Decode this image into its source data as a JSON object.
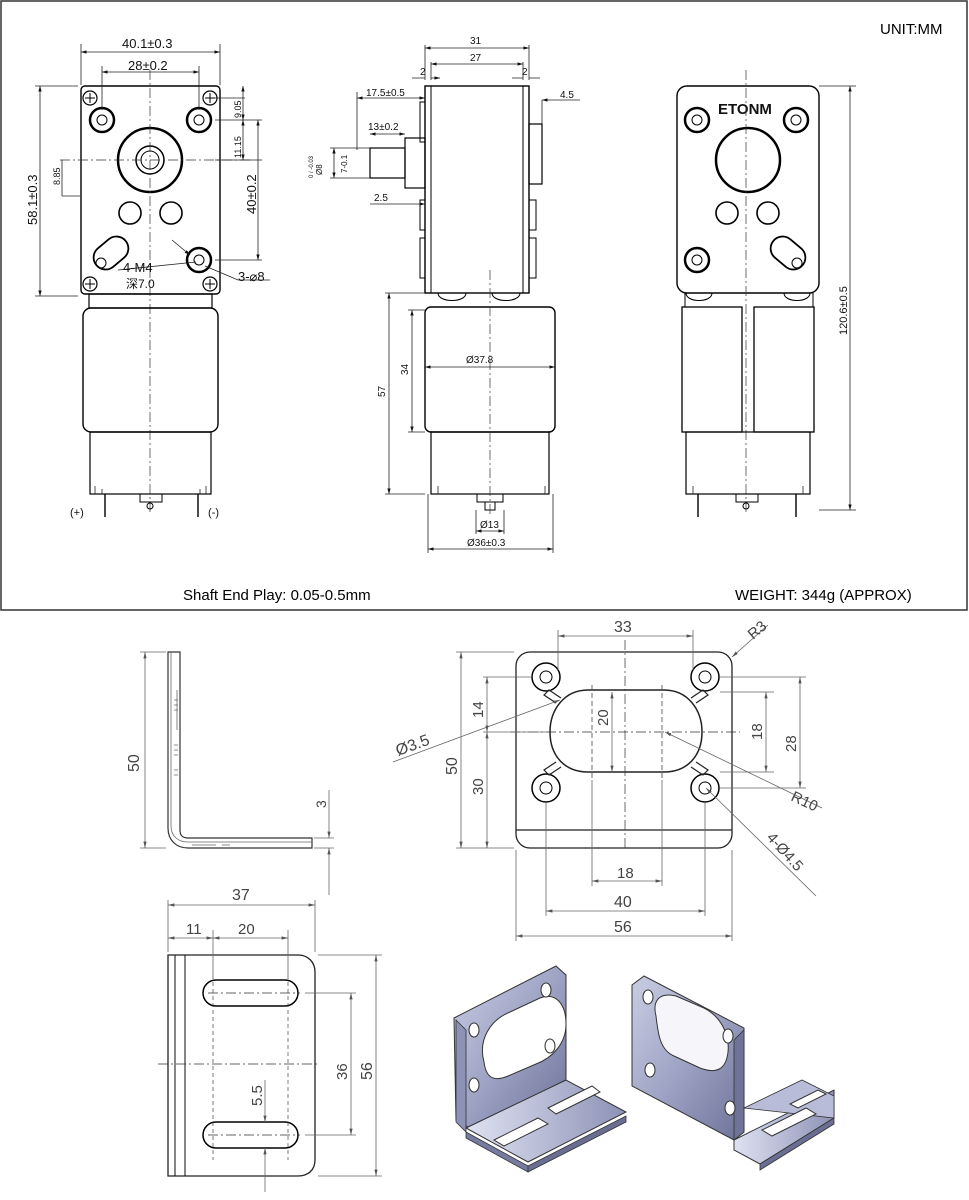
{
  "header": {
    "unit": "UNIT:MM"
  },
  "footer": {
    "end_play": "Shaft End Play: 0.05-0.5mm",
    "weight": "WEIGHT: 344g (APPROX)"
  },
  "front_view": {
    "width_outer": "40.1±0.3",
    "width_inner": "28±0.2",
    "height_total": "58.1±0.3",
    "d_905": "9.05",
    "d_1115": "11.15",
    "d_885": "8.85",
    "height_40": "40±0.2",
    "thread": "4-M4",
    "thread_depth": "深7.0",
    "holes": "3-⌀8",
    "plus": "(+)",
    "minus": "(-)"
  },
  "side_view": {
    "w31": "31",
    "w27": "27",
    "g2a": "2",
    "g2b": "2",
    "s175": "17.5±0.5",
    "s45": "4.5",
    "s13": "13±0.2",
    "shaft_d": "Ø8",
    "shaft_tol": "0 / -0.03",
    "flat": "7-0.1",
    "s25": "2.5",
    "m57": "57",
    "m34": "34",
    "d378": "Ø37.8",
    "d13": "Ø13",
    "d36": "Ø36±0.3"
  },
  "back_view": {
    "brand": "ETONM",
    "length": "120.6±0.5"
  },
  "bracket_side": {
    "h50": "50",
    "t3": "3"
  },
  "bracket_front": {
    "w33": "33",
    "r3": "R3",
    "d35": "Ø3.5",
    "h14": "14",
    "h20": "20",
    "h50": "50",
    "h30": "30",
    "h18": "18",
    "h28": "28",
    "r10": "R10",
    "holes": "4-Ø4.5",
    "w18": "18",
    "w40": "40",
    "w56": "56"
  },
  "bracket_base": {
    "w37": "37",
    "w11": "11",
    "w20": "20",
    "h36": "36",
    "h56": "56",
    "s55": "5.5"
  }
}
